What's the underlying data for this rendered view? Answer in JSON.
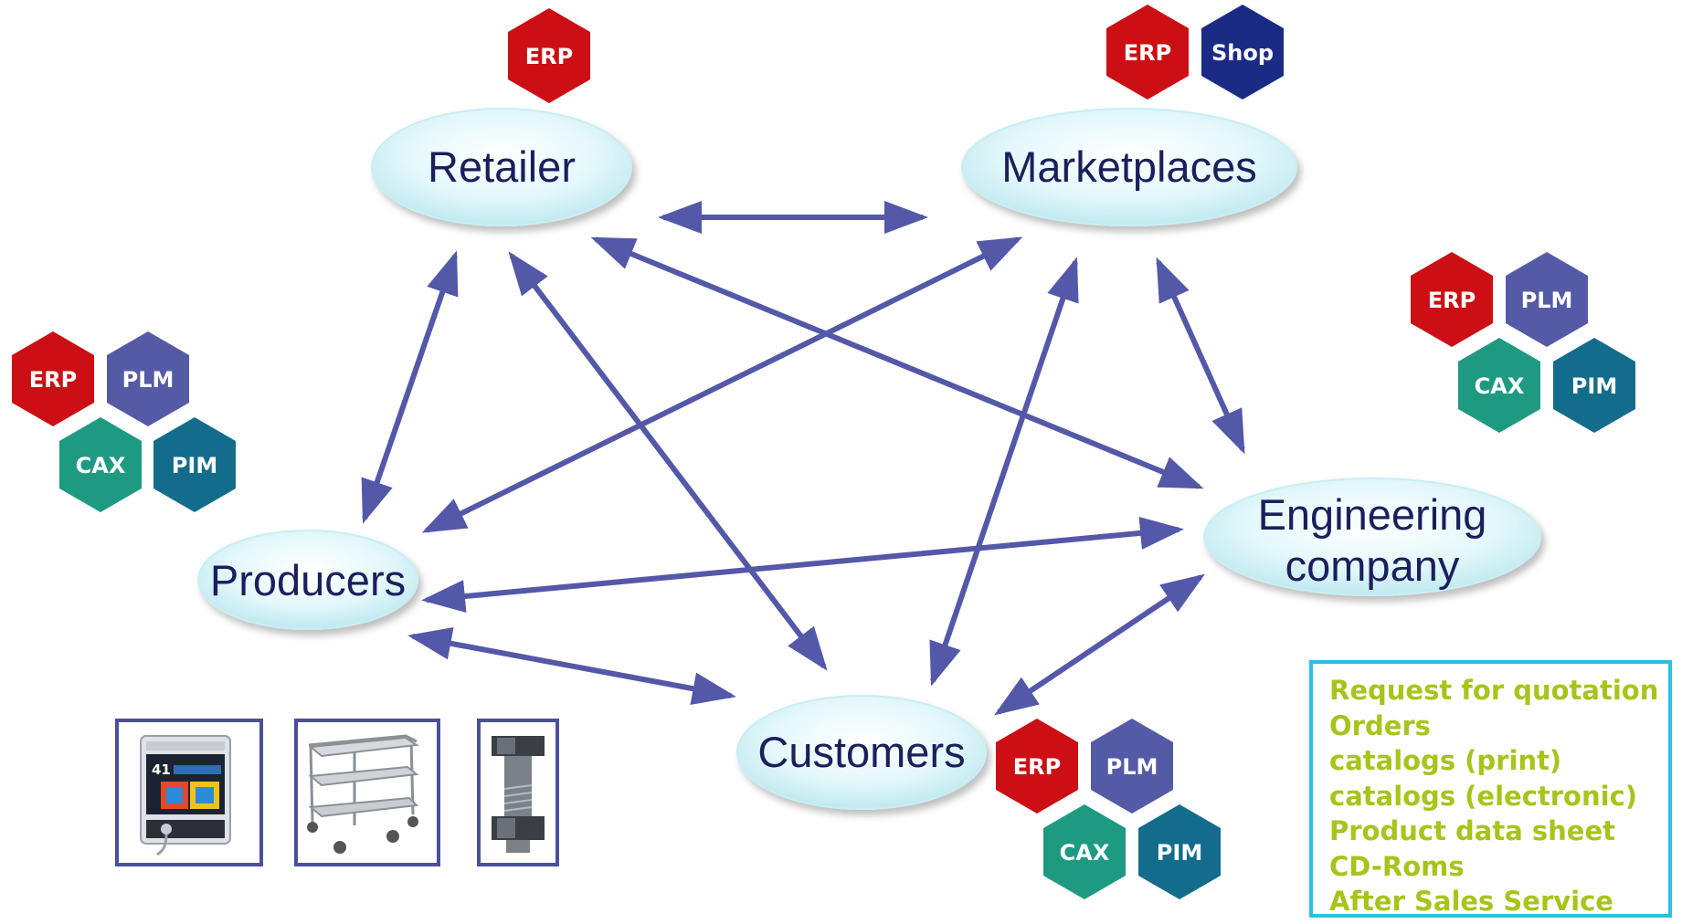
{
  "colors": {
    "erp": "#cc0f14",
    "shop": "#1a2b85",
    "plm": "#555aa7",
    "cax": "#1f9a82",
    "pim": "#146c8c",
    "arrow": "#5358a8",
    "node_text": "#1b1f5c",
    "info_text": "#a7c41b",
    "info_border": "#2bbfe0"
  },
  "nodes": {
    "retailer": "Retailer",
    "marketplaces": "Marketplaces",
    "engineering": [
      "Engineering",
      "company"
    ],
    "producers": "Producers",
    "customers": "Customers"
  },
  "badges": {
    "retailer": [
      "ERP"
    ],
    "marketplaces": [
      "ERP",
      "Shop"
    ],
    "producers": [
      "ERP",
      "PLM",
      "CAX",
      "PIM"
    ],
    "engineering": [
      "ERP",
      "PLM",
      "CAX",
      "PIM"
    ],
    "customers": [
      "ERP",
      "PLM",
      "CAX",
      "PIM"
    ]
  },
  "info_list": [
    "Request for quotation",
    "Orders",
    "catalogs (print)",
    "catalogs (electronic)",
    "Product data sheet",
    "CD-Roms",
    "After Sales Service"
  ],
  "product_images": [
    "medical-device-icon",
    "trolley-cart-icon",
    "bolt-nut-icon"
  ],
  "device_screen_value": "41"
}
